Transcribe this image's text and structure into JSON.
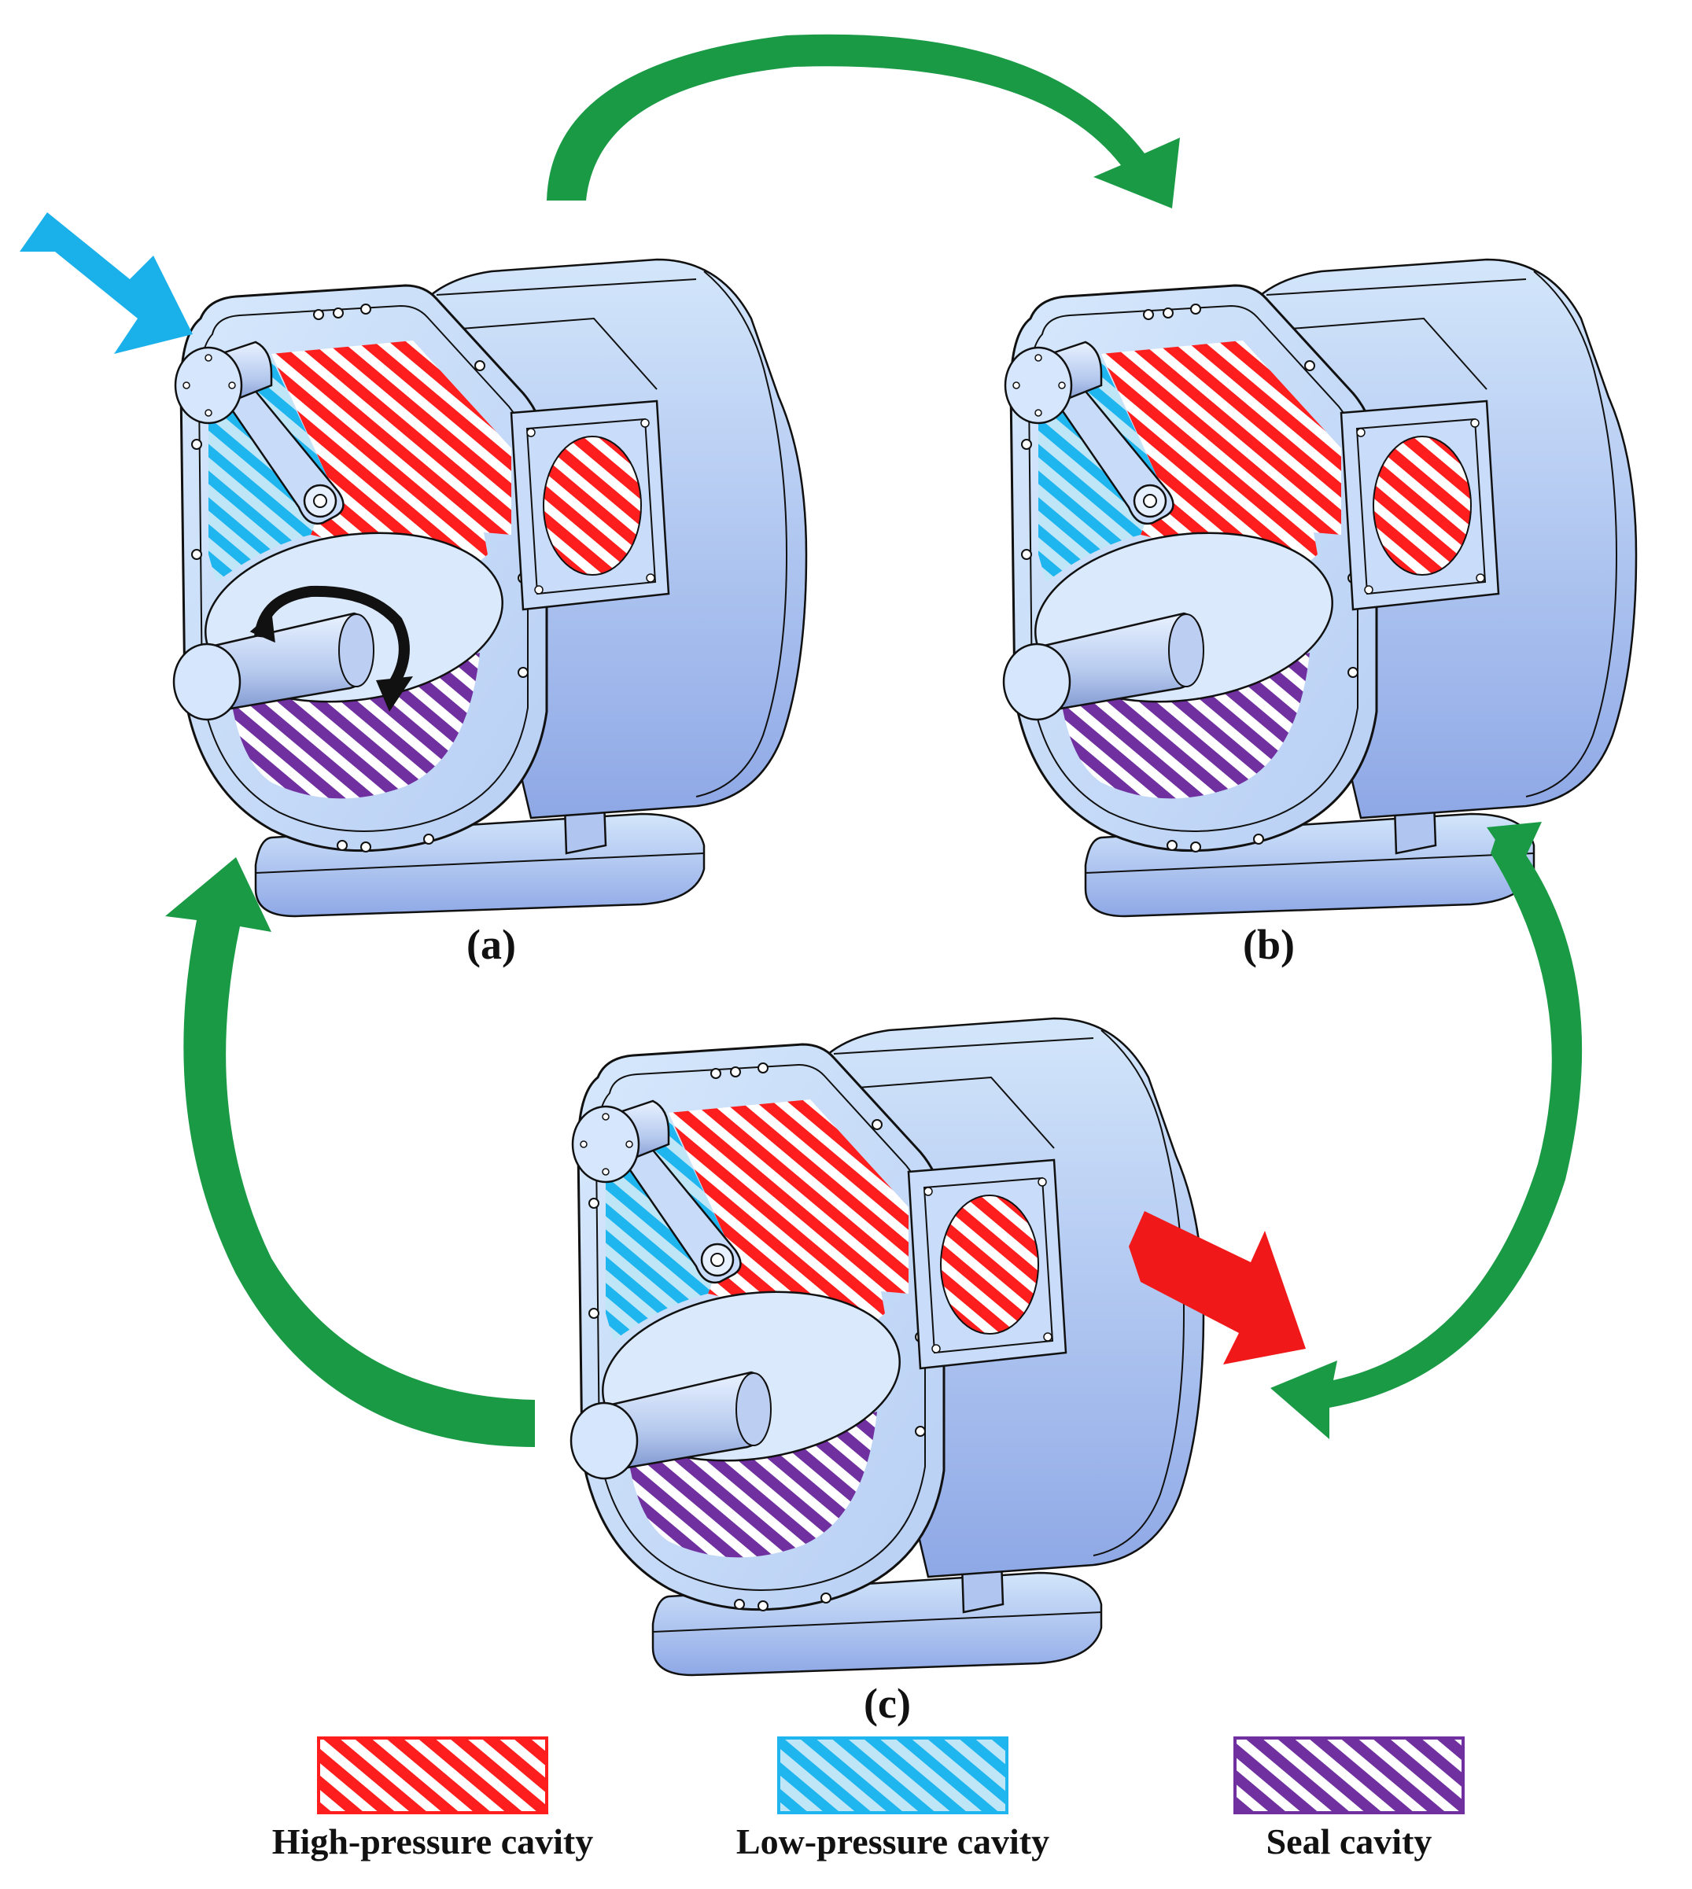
{
  "panels": [
    {
      "id": "a",
      "label": "(a)"
    },
    {
      "id": "b",
      "label": "(b)"
    },
    {
      "id": "c",
      "label": "(c)"
    }
  ],
  "legend": [
    {
      "id": "high",
      "label": "High-pressure cavity",
      "color": "#ff1e1e"
    },
    {
      "id": "low",
      "label": "Low-pressure cavity",
      "color": "#1fb6f0"
    },
    {
      "id": "seal",
      "label": "Seal cavity",
      "color": "#7030a0"
    }
  ],
  "colors": {
    "cycle_arrow": "#1a9a45",
    "inlet_arrow": "#1ab0ea",
    "outlet_arrow": "#f01818",
    "rotation_arrow": "#111111",
    "body": "#c4dbf7",
    "body_shade": "#8ea8e6"
  }
}
